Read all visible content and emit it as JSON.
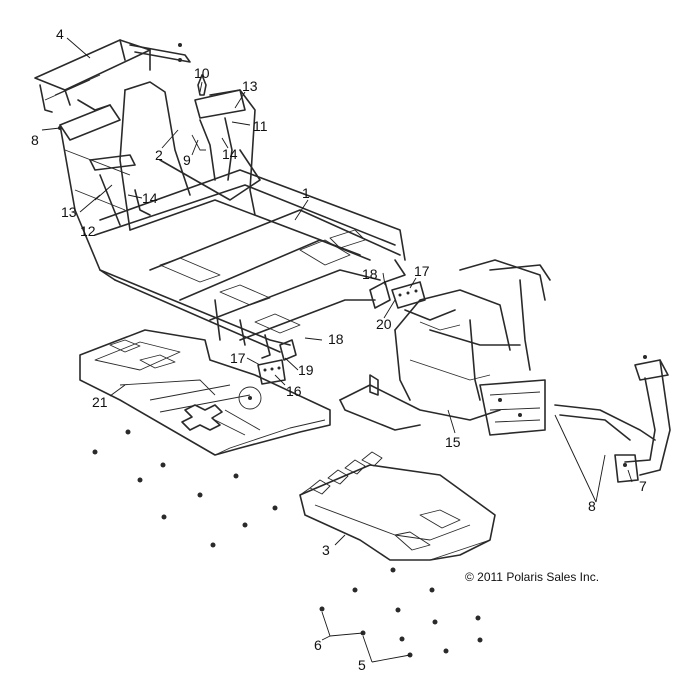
{
  "callouts": {
    "c1": "1",
    "c2": "2",
    "c3": "3",
    "c4": "4",
    "c5": "5",
    "c6": "6",
    "c7": "7",
    "c8a": "8",
    "c8b": "8",
    "c9": "9",
    "c10": "10",
    "c11": "11",
    "c12": "12",
    "c13a": "13",
    "c13b": "13",
    "c14a": "14",
    "c14b": "14",
    "c15": "15",
    "c16": "16",
    "c17a": "17",
    "c17b": "17",
    "c18a": "18",
    "c18b": "18",
    "c19": "19",
    "c20": "20",
    "c21": "21"
  },
  "copyright": "© 2011 Polaris Sales Inc."
}
